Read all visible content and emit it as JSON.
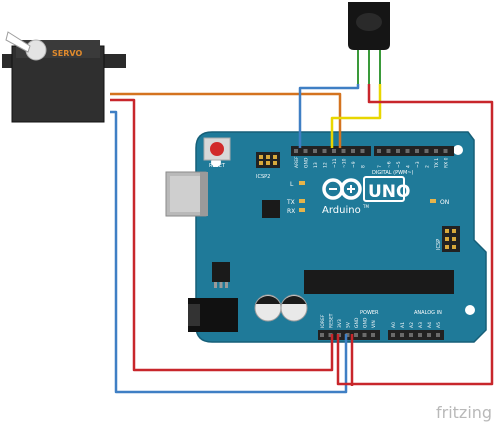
{
  "servo": {
    "label": "SERVO"
  },
  "board": {
    "reset_label": "RESET",
    "icsp2_label": "ICSP2",
    "l_label": "L",
    "tx_label": "TX",
    "rx_label": "RX",
    "uno_label": "UNO",
    "brand_label": "Arduino",
    "tm_label": "TM",
    "on_label": "ON",
    "icsp_label": "ICSP",
    "digital_label": "DIGITAL (PWM~)",
    "power_label": "POWER",
    "analog_label": "ANALOG IN",
    "top_pins": [
      "AREF",
      "GND",
      "13",
      "12",
      "~11",
      "~10",
      "~9",
      "8",
      "7",
      "~6",
      "~5",
      "4",
      "~3",
      "2",
      "TX 1",
      "RX 0"
    ],
    "power_pins": [
      "IOREF",
      "RESET",
      "3V3",
      "5V",
      "GND",
      "GND",
      "VIN"
    ],
    "analog_pins": [
      "A0",
      "A1",
      "A2",
      "A3",
      "A4",
      "A5"
    ]
  },
  "watermark": {
    "text": "fritzing"
  },
  "colors": {
    "board": "#1f7a99",
    "board_dark": "#176a86",
    "wire_red": "#c8262b",
    "wire_blue": "#3f7fc4",
    "wire_orange": "#d4731f",
    "wire_yellow": "#e8d600",
    "wire_green": "#3a9a3a",
    "servo_body": "#2b2b2b",
    "header": "#222222"
  }
}
